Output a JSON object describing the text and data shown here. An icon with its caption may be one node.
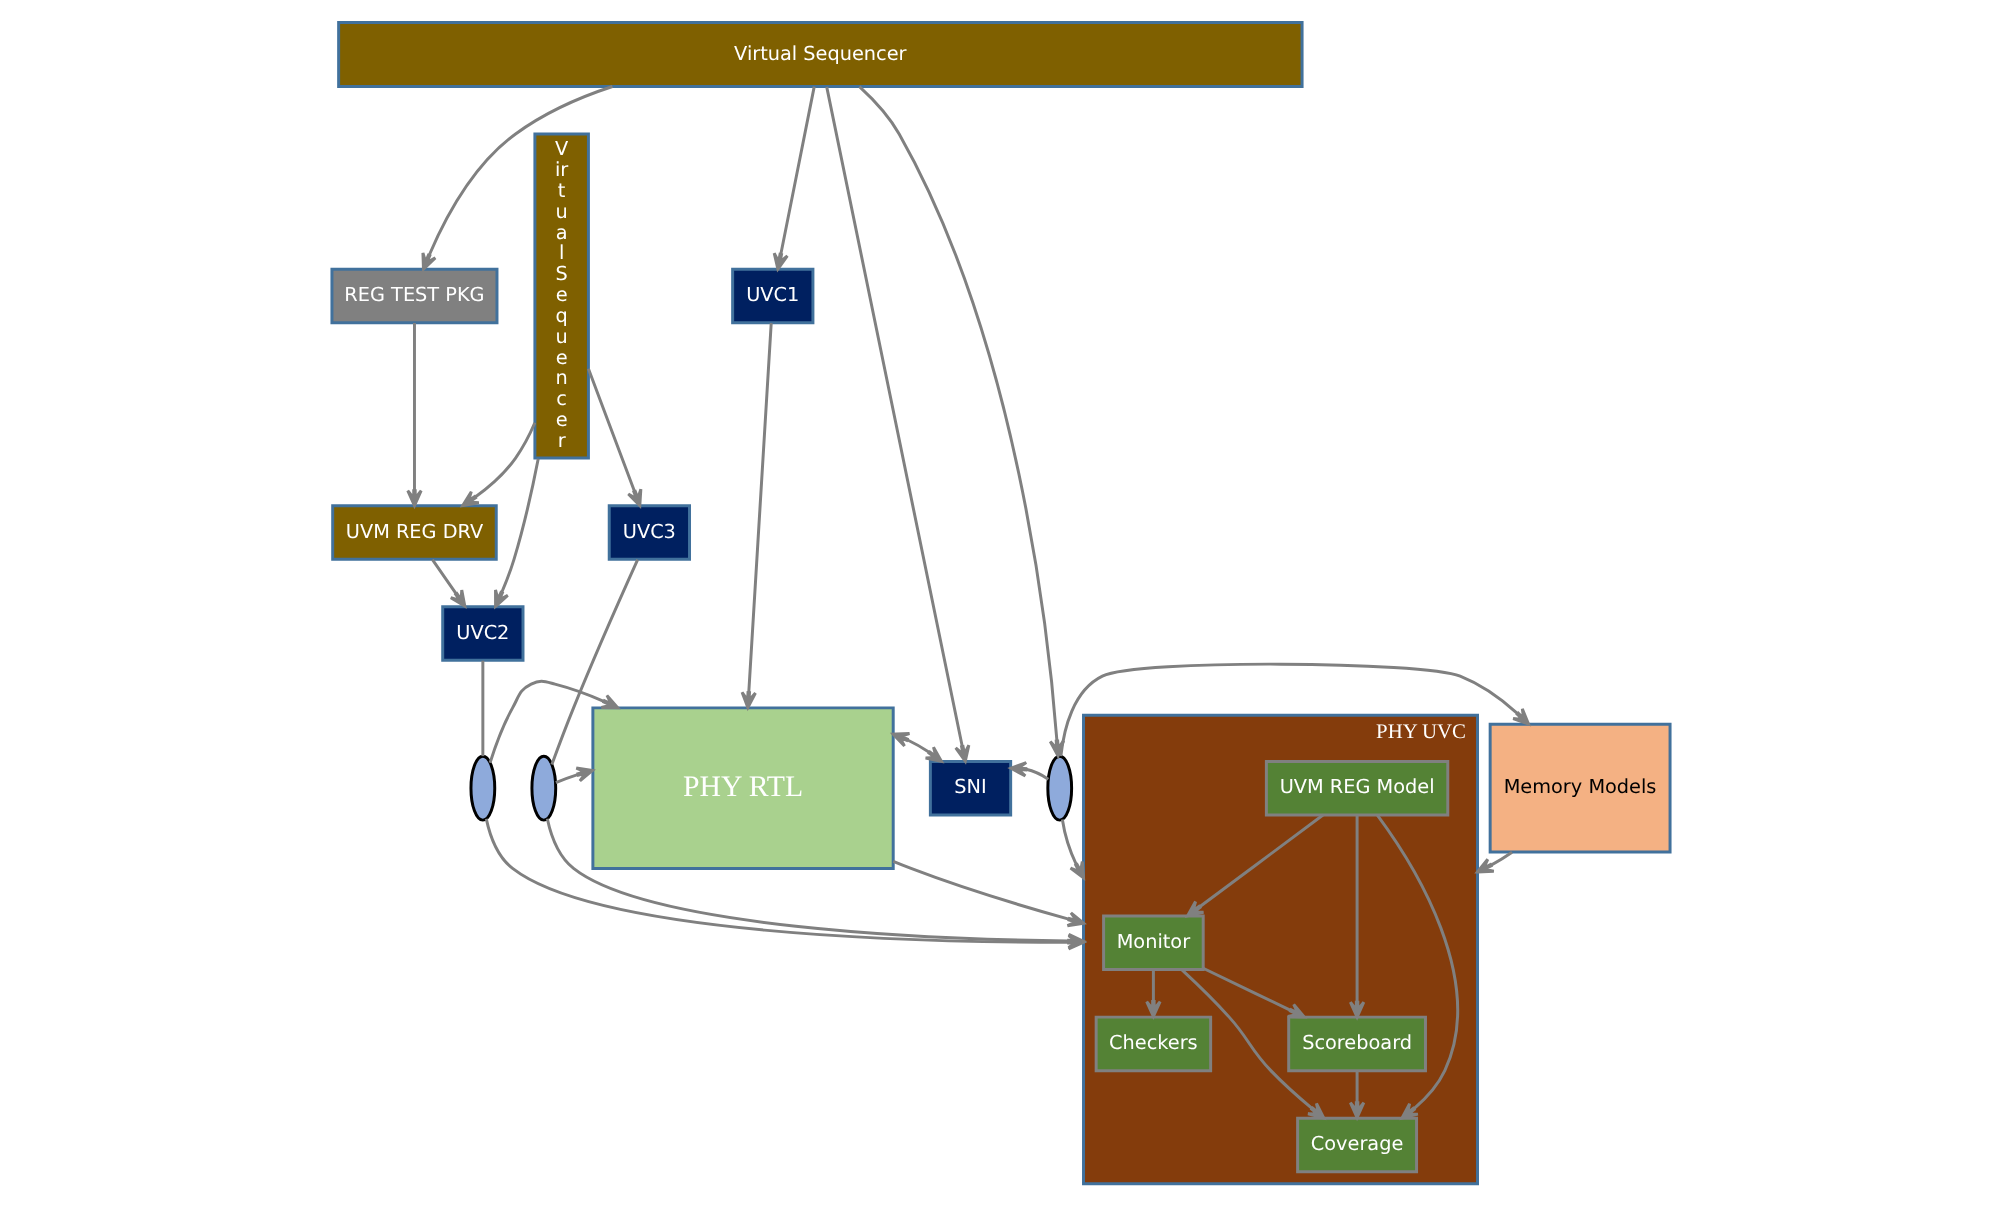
{
  "diagram": {
    "nodes": [
      {
        "text": [
          "Virtual Sequencer"
        ]
      },
      {
        "text": [
          "V ir t u a l S e q u e n c e r"
        ]
      },
      {
        "text": [
          "REG TEST PKG"
        ]
      },
      {
        "text": [
          "UVM REG DRV"
        ]
      },
      {
        "text": [
          "UVC1"
        ]
      },
      {
        "text": [
          "UVC2"
        ]
      },
      {
        "text": [
          "UVC3"
        ]
      },
      {
        "text": [],
        "shape": "ellipse"
      },
      {
        "text": [],
        "shape": "ellipse"
      },
      {
        "text": [
          "PHY RTL"
        ]
      },
      {
        "text": [
          "SNI"
        ]
      },
      {
        "text": [],
        "shape": "ellipse"
      },
      {
        "text": [
          "Memory Models"
        ]
      },
      {
        "text": [
          "PHY UVC"
        ]
      },
      {
        "text": [
          "Monitor"
        ],
        "in": 13
      },
      {
        "text": [
          "UVM REG Model"
        ],
        "in": 13
      },
      {
        "text": [
          "Checkers"
        ],
        "in": 13
      },
      {
        "text": [
          "Scoreboard"
        ],
        "in": 13
      },
      {
        "text": [
          "Coverage"
        ],
        "in": 13
      }
    ],
    "edges": [
      {
        "from": 0,
        "to": 2,
        "arrow": "to"
      },
      {
        "from": 0,
        "to": 4,
        "arrow": "to"
      },
      {
        "from": 0,
        "to": 10,
        "arrow": "to"
      },
      {
        "from": 0,
        "to": 11,
        "arrow": "to"
      },
      {
        "from": 1,
        "to": 3,
        "arrow": "to"
      },
      {
        "from": 1,
        "to": 5,
        "arrow": "to"
      },
      {
        "from": 1,
        "to": 6,
        "arrow": "to"
      },
      {
        "from": 2,
        "to": 3,
        "arrow": "to"
      },
      {
        "from": 3,
        "to": 5,
        "arrow": "to"
      },
      {
        "from": 4,
        "to": 9,
        "arrow": "to"
      },
      {
        "from": 5,
        "to": 7,
        "arrow": "none"
      },
      {
        "from": 7,
        "to": 9,
        "arrow": "to"
      },
      {
        "from": 6,
        "to": 8,
        "arrow": "none"
      },
      {
        "from": 8,
        "to": 9,
        "arrow": "to"
      },
      {
        "from": 9,
        "to": 10,
        "arrow": "both"
      },
      {
        "from": 11,
        "to": 10,
        "arrow": "to"
      },
      {
        "from": 11,
        "to": 12,
        "arrow": "to"
      },
      {
        "from": 8,
        "to": 13,
        "arrow": "to"
      },
      {
        "from": 7,
        "to": 13,
        "arrow": "to"
      },
      {
        "from": 9,
        "to": 13,
        "arrow": "to"
      },
      {
        "from": 11,
        "to": 13,
        "arrow": "to"
      },
      {
        "from": 12,
        "to": 13,
        "arrow": "to"
      },
      {
        "from": 15,
        "to": 14,
        "arrow": "to"
      },
      {
        "from": 15,
        "to": 17,
        "arrow": "to"
      },
      {
        "from": 14,
        "to": 16,
        "arrow": "to"
      },
      {
        "from": 14,
        "to": 17,
        "arrow": "to"
      },
      {
        "from": 14,
        "to": 18,
        "arrow": "to"
      },
      {
        "from": 15,
        "to": 18,
        "arrow": "to"
      },
      {
        "from": 17,
        "to": 18,
        "arrow": "to"
      }
    ]
  }
}
